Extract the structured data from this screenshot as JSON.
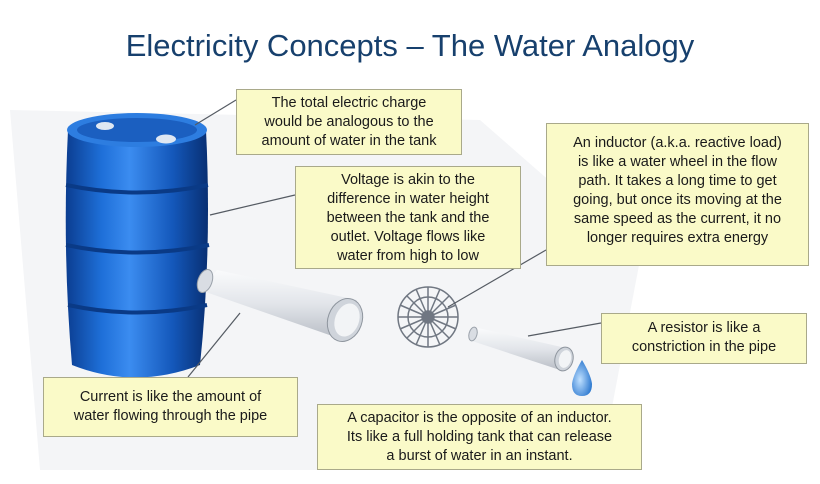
{
  "title": "Electricity Concepts – The Water Analogy",
  "callouts": {
    "charge": [
      "The total electric charge",
      "would be analogous to the",
      "amount of water in the tank"
    ],
    "voltage": [
      "Voltage is akin to the",
      "difference in water height",
      "between the tank and the",
      "outlet. Voltage flows like",
      "water from high to low"
    ],
    "inductor": [
      "An inductor (a.k.a. reactive load)",
      "is like a water wheel in the flow",
      "path. It takes a long time to get",
      "going, but once its moving at the",
      "same speed as the current, it no",
      "longer requires extra energy"
    ],
    "resistor": [
      "A resistor is like a",
      "constriction in the pipe"
    ],
    "current": [
      "Current is like the amount of",
      "water flowing through the pipe"
    ],
    "capacitor": [
      "A capacitor is the opposite of an inductor.",
      "Its like a full holding tank that can release",
      "a burst of water in an instant."
    ]
  },
  "colors": {
    "title": "#17406d",
    "callout_fill": "#fafac8",
    "barrel": "#1565c0",
    "pipe": "#e6e8ec",
    "drop": "#4a8fd8"
  },
  "icons": [
    "water-barrel",
    "large-pipe",
    "water-wheel",
    "small-pipe",
    "water-drop"
  ]
}
